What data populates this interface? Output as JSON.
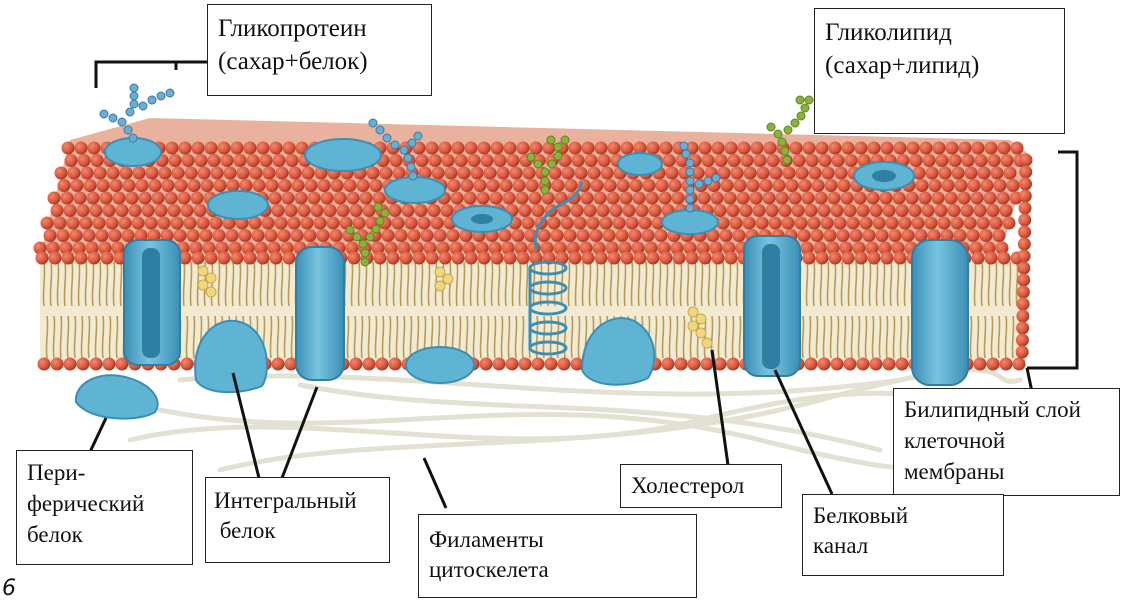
{
  "labels": {
    "glycoprotein": {
      "line1": "Гликопротеин",
      "line2": "(сахар+белок)"
    },
    "glycolipid": {
      "line1": "Гликолипид",
      "line2": "(сахар+липид)"
    },
    "bilayer": {
      "line1": "Билипидный слой",
      "line2": "клеточной",
      "line3": "мембраны"
    },
    "peripheral_protein": {
      "line1": "Пери-",
      "line2": "ферический",
      "line3": "белок"
    },
    "integral_protein": {
      "line1": "Интегральный",
      "line2": " белок"
    },
    "cytoskeleton": {
      "line1": "Филаменты",
      "line2": "цитоскелета"
    },
    "cholesterol": {
      "line1": "Холестерол"
    },
    "protein_channel": {
      "line1": "Белковый",
      "line2": "канал"
    }
  },
  "corner_mark": "6",
  "colors": {
    "lipid_head": "#d9543a",
    "lipid_head_shadow": "#a83a24",
    "lipid_tail": "#b89a5a",
    "protein": "#5fb3d3",
    "protein_dark": "#3b8fb5",
    "glyco_sugar": "#6aaed6",
    "glycolipid_sugar": "#8ab33a",
    "cholesterol": "#f0d77e",
    "filament": "#e8e6d8",
    "leader_line": "#111111"
  }
}
